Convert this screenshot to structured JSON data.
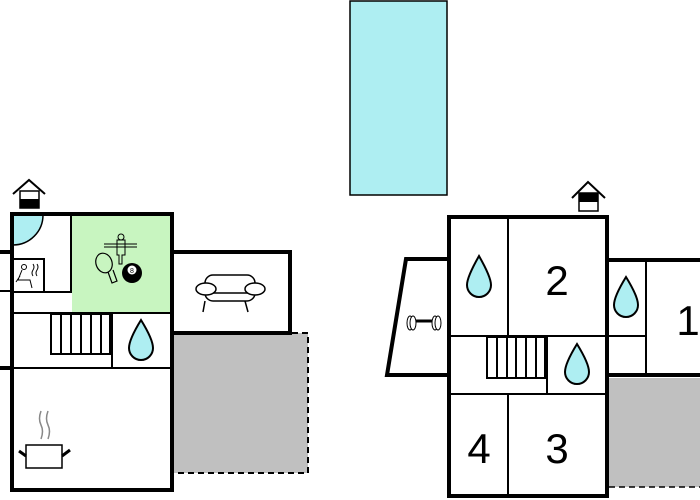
{
  "floorplan": {
    "colors": {
      "pool": "#aeeef2",
      "activity_room": "#c8f5c0",
      "terrace": "#c0c0c0",
      "wall": "#000000"
    },
    "rooms": {
      "bedroom_1": "1",
      "bedroom_2": "2",
      "bedroom_3": "3",
      "bedroom_4": "4"
    },
    "billiard_ball_label": "8",
    "icons": [
      "entrance-icon",
      "sauna-icon",
      "table-football-icon",
      "table-tennis-icon",
      "billiard-ball-icon",
      "sofa-icon",
      "bathroom-icon",
      "stairs-icon",
      "kitchen-pot-icon",
      "dumbbell-icon",
      "pool"
    ]
  }
}
